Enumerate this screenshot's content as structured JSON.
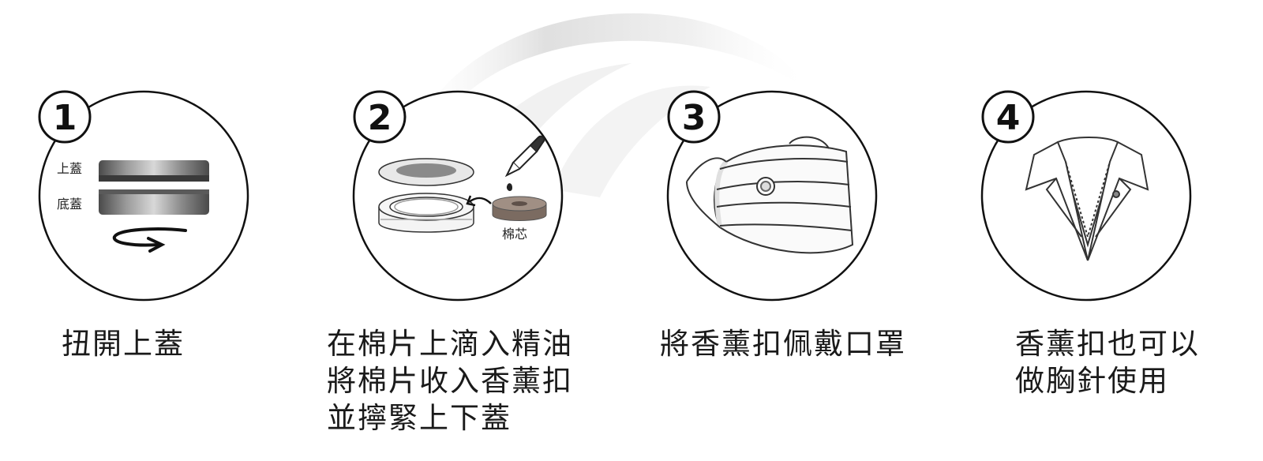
{
  "steps": [
    {
      "number": "1",
      "labels": {
        "top_lid": "上蓋",
        "bottom_lid": "底蓋"
      },
      "caption": [
        "扭開上蓋"
      ],
      "icons": [
        "lid-stack-icon",
        "rotate-arrow-icon"
      ]
    },
    {
      "number": "2",
      "labels": {
        "cotton_core": "棉芯"
      },
      "caption": [
        "在棉片上滴入精油",
        "將棉片收入香薰扣",
        "並擰緊上下蓋"
      ],
      "icons": [
        "open-case-icon",
        "dropper-icon",
        "cotton-pad-icon"
      ]
    },
    {
      "number": "3",
      "labels": {},
      "caption": [
        "將香薰扣佩戴口罩"
      ],
      "icons": [
        "face-mask-icon"
      ]
    },
    {
      "number": "4",
      "labels": {},
      "caption": [
        "香薰扣也可以",
        "做胸針使用"
      ],
      "icons": [
        "jacket-collar-icon"
      ]
    }
  ],
  "colors": {
    "outline": "#111111",
    "metal_dark": "#555555",
    "metal_light": "#cfcfcf",
    "cotton": "#8a7a70",
    "swoosh": "#e4e4e4"
  }
}
